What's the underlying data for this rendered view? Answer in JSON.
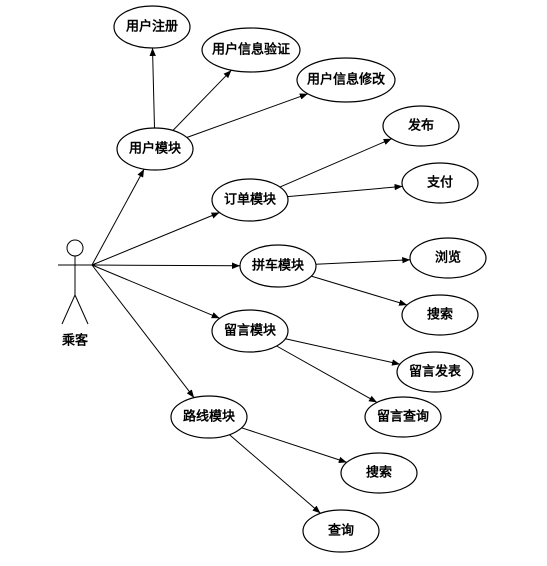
{
  "actor": {
    "id": "passenger",
    "label": "乘客"
  },
  "use_cases": [
    {
      "id": "user",
      "label": "用户模块"
    },
    {
      "id": "register",
      "label": "用户注册"
    },
    {
      "id": "verify",
      "label": "用户信息验证"
    },
    {
      "id": "modify",
      "label": "用户信息修改"
    },
    {
      "id": "order",
      "label": "订单模块"
    },
    {
      "id": "publish",
      "label": "发布"
    },
    {
      "id": "pay",
      "label": "支付"
    },
    {
      "id": "carpool",
      "label": "拼车模块"
    },
    {
      "id": "browse",
      "label": "浏览"
    },
    {
      "id": "search1",
      "label": "搜索"
    },
    {
      "id": "message",
      "label": "留言模块"
    },
    {
      "id": "msg_post",
      "label": "留言发表"
    },
    {
      "id": "msg_query",
      "label": "留言查询"
    },
    {
      "id": "route",
      "label": "路线模块"
    },
    {
      "id": "search2",
      "label": "搜索"
    },
    {
      "id": "query",
      "label": "查询"
    }
  ],
  "associations": [
    {
      "from": "passenger",
      "to": "user"
    },
    {
      "from": "passenger",
      "to": "order"
    },
    {
      "from": "passenger",
      "to": "carpool"
    },
    {
      "from": "passenger",
      "to": "message"
    },
    {
      "from": "passenger",
      "to": "route"
    },
    {
      "from": "user",
      "to": "register"
    },
    {
      "from": "user",
      "to": "verify"
    },
    {
      "from": "user",
      "to": "modify"
    },
    {
      "from": "order",
      "to": "publish"
    },
    {
      "from": "order",
      "to": "pay"
    },
    {
      "from": "carpool",
      "to": "browse"
    },
    {
      "from": "carpool",
      "to": "search1"
    },
    {
      "from": "message",
      "to": "msg_post"
    },
    {
      "from": "message",
      "to": "msg_query"
    },
    {
      "from": "route",
      "to": "search2"
    },
    {
      "from": "route",
      "to": "query"
    }
  ]
}
